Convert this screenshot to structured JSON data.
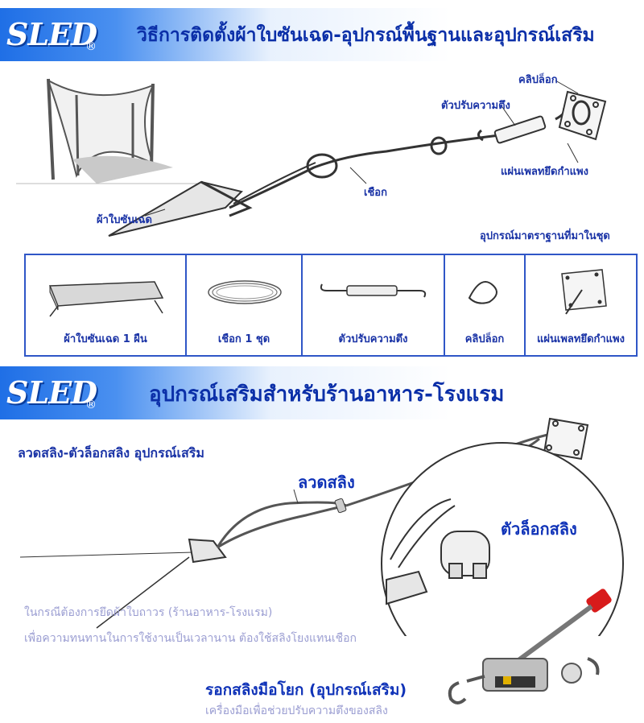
{
  "brand": {
    "logo_text": "SLED",
    "registered": "®"
  },
  "section1": {
    "title": "วิธีการติดตั้งผ้าใบซันเฉด-อุปกรณ์พื้นฐานและอุปกรณ์เสริม",
    "callouts": {
      "clip_lock": "คลิปล็อก",
      "turnbuckle": "ตัวปรับความตึง",
      "wall_plate": "แผ่นเพลทยึดกำแพง",
      "rope": "เชือก",
      "sunshade": "ผ้าใบซันเฉด"
    },
    "standard_caption": "อุปกรณ์มาตราฐานที่มาในชุด",
    "items": [
      {
        "label": "ผ้าใบซันเฉด 1 ผืน"
      },
      {
        "label": "เชือก 1 ชุด"
      },
      {
        "label": "ตัวปรับความตึง"
      },
      {
        "label": "คลิปล็อก"
      },
      {
        "label": "แผ่นเพลทยึดกำแพง"
      }
    ]
  },
  "section2": {
    "title": "อุปกรณ์เสริมสำหรับร้านอาหาร-โรงแรม",
    "subtitle": "ลวดสลิง-ตัวล็อกสลิง อุปกรณ์เสริม",
    "callouts": {
      "wire": "ลวดสลิง",
      "wire_lock": "ตัวล็อกสลิง"
    },
    "note_line1": "ในกรณีต้องการยึดผ้าใบถาวร (ร้านอาหาร-โรงแรม)",
    "note_line2": "เพื่อความทนทานในการใช้งานเป็นเวลานาน ต้องใช้สลิงโยงแทนเชือก",
    "puller_title": "รอกสลิงมือโยก (อุปกรณ์เสริม)",
    "puller_desc": "เครื่องมือเพื่อช่วยปรับความตึงของสลิง"
  }
}
